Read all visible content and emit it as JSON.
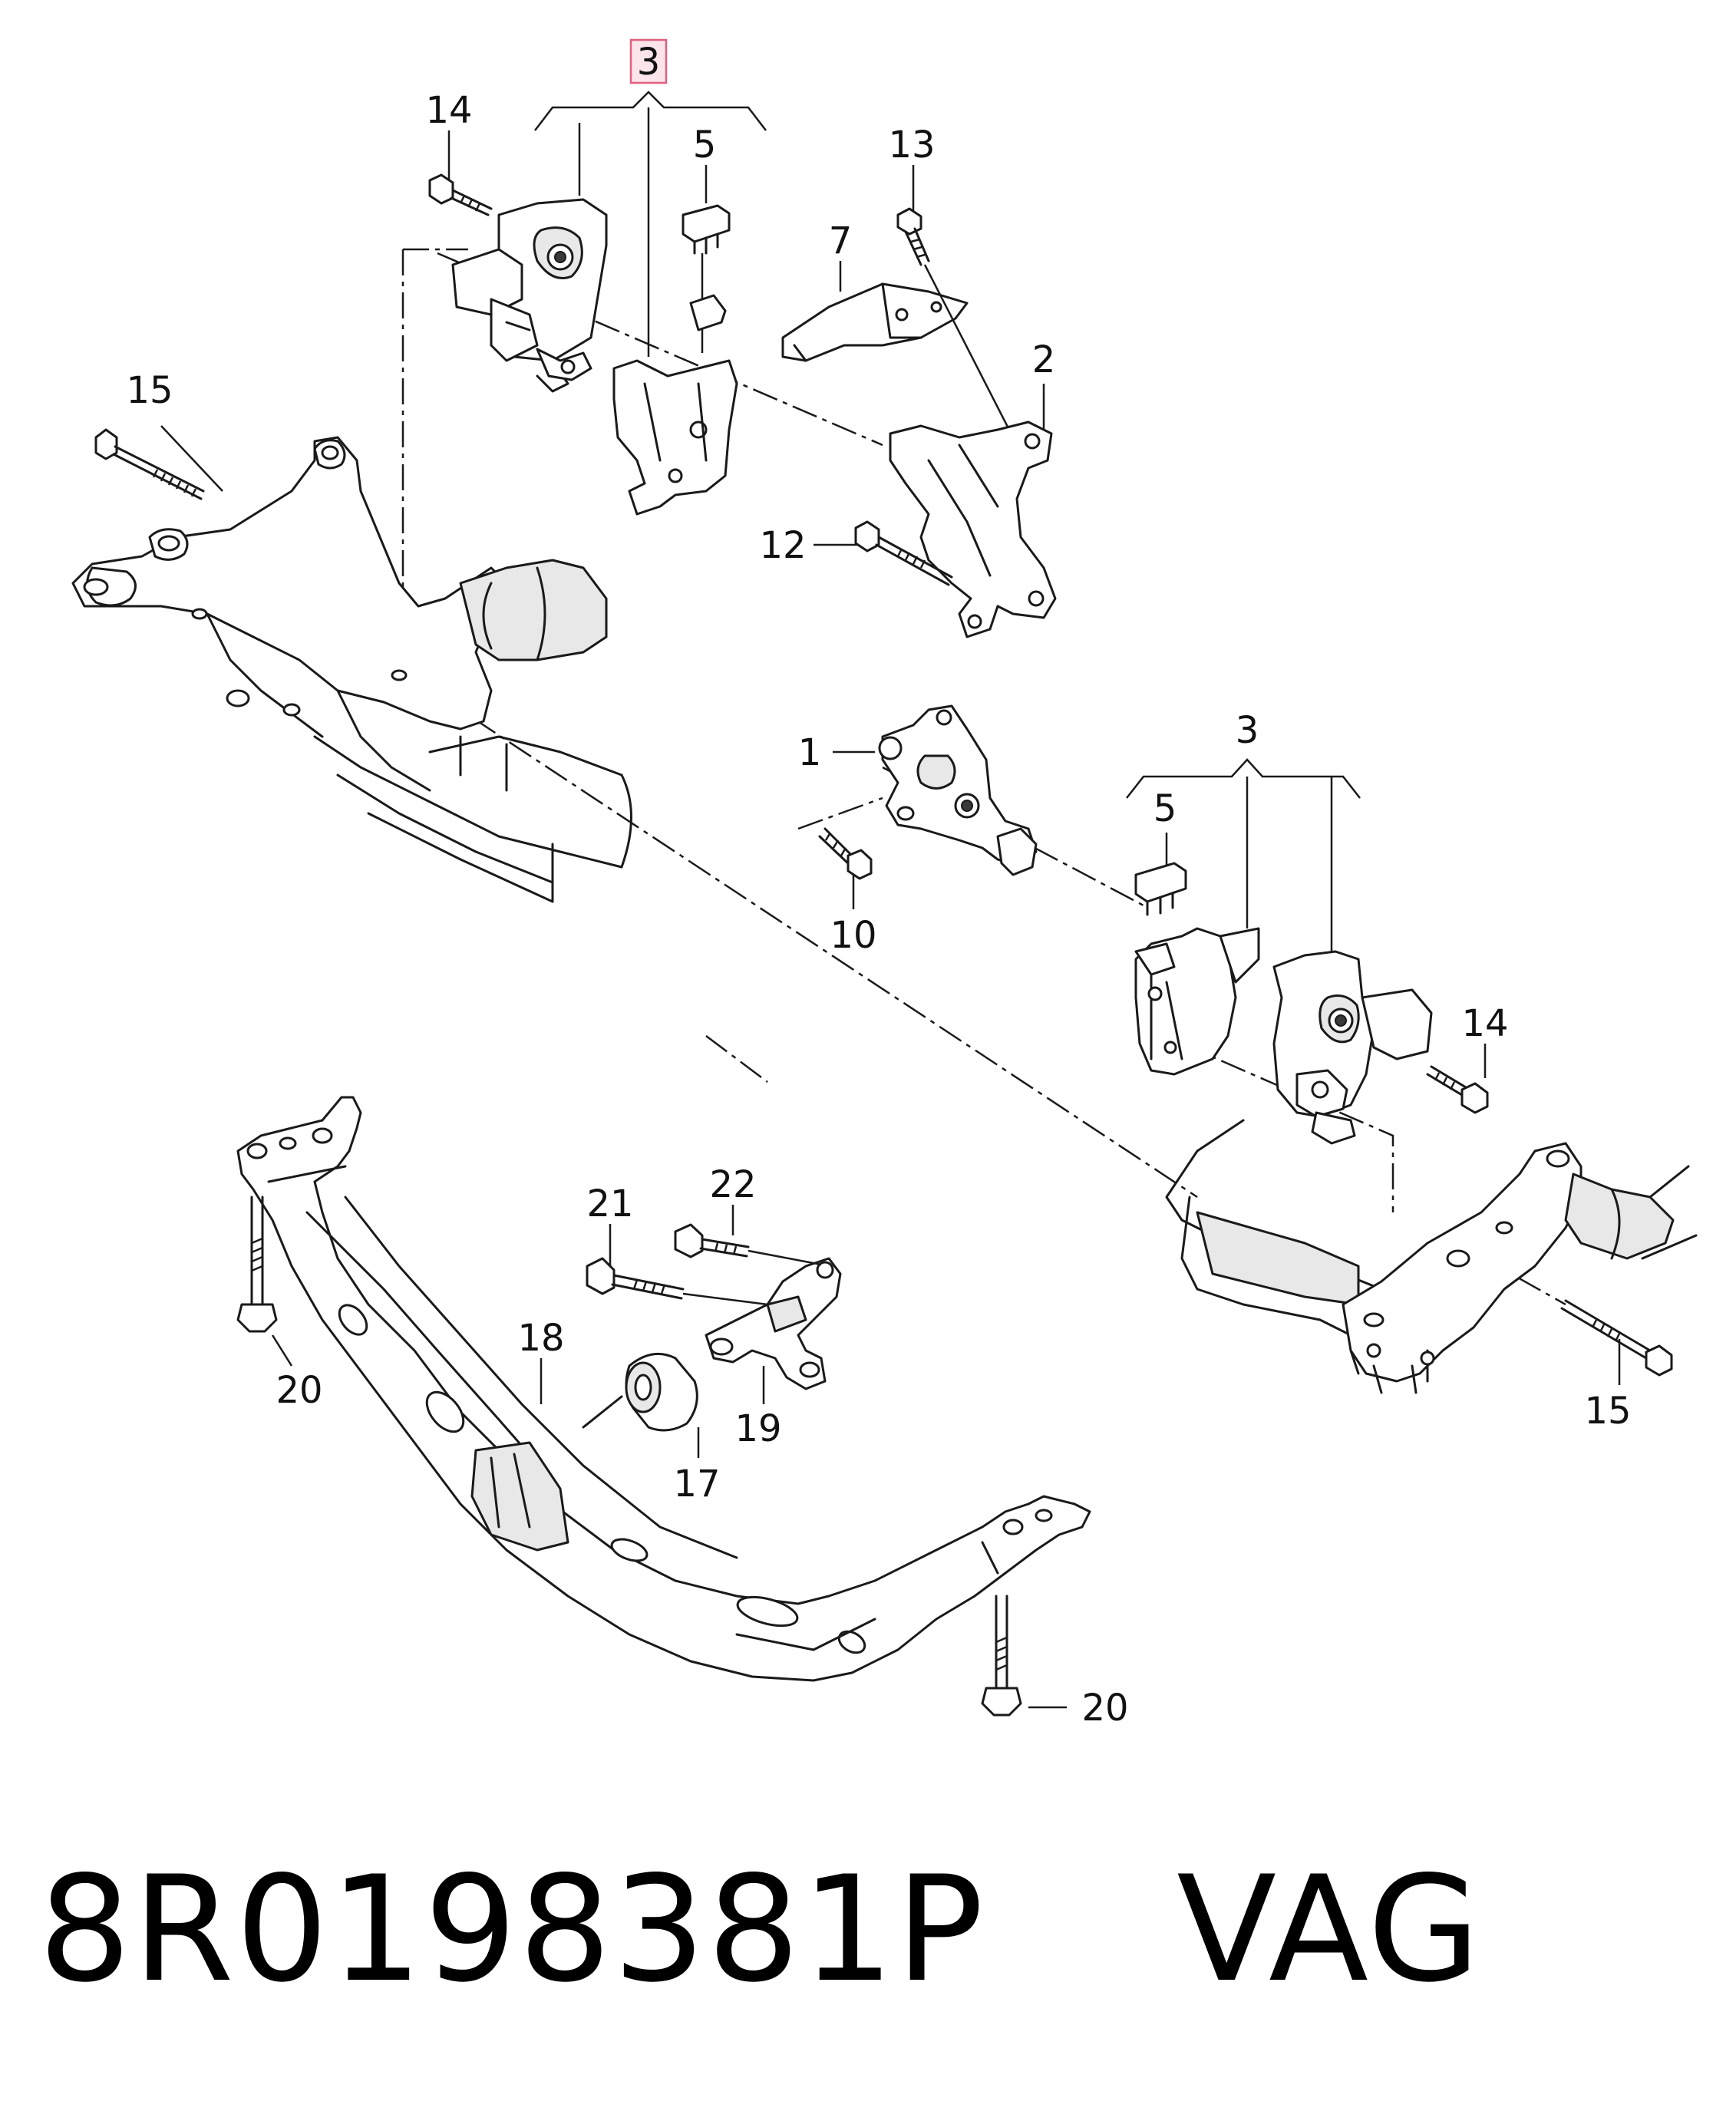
{
  "callouts": {
    "c3_top": "3",
    "c14_top": "14",
    "c5_top": "5",
    "c13": "13",
    "c7": "7",
    "c2": "2",
    "c15_left": "15",
    "c12": "12",
    "c1": "1",
    "c3_mid": "3",
    "c5_mid": "5",
    "c10": "10",
    "c14_mid": "14",
    "c21": "21",
    "c22": "22",
    "c18": "18",
    "c20_left": "20",
    "c19": "19",
    "c17": "17",
    "c15_right": "15",
    "c20_bottom": "20"
  },
  "highlight_color": "#e0607e",
  "part_number": "8R0198381P    VAG"
}
